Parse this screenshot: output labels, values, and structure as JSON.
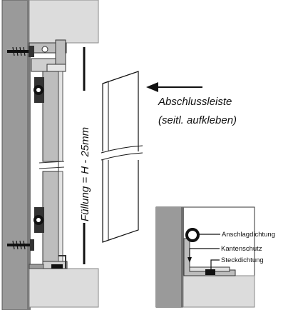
{
  "labels": {
    "end_strip_line1": "Abschlussleiste",
    "end_strip_line2": "(seitl. aufkleben)",
    "dimension": "Füllung = H - 25mm"
  },
  "detail_labels": {
    "stop_seal": "Anschlagdichtung",
    "edge_guard": "Kantenschutz",
    "plug_seal": "Steckdichtung"
  },
  "colors": {
    "wall": "#9a9a9a",
    "wall_dark": "#6f6f6f",
    "ceiling": "#dcdcdc",
    "profile": "#bdbdbd",
    "ink": "#111111"
  }
}
